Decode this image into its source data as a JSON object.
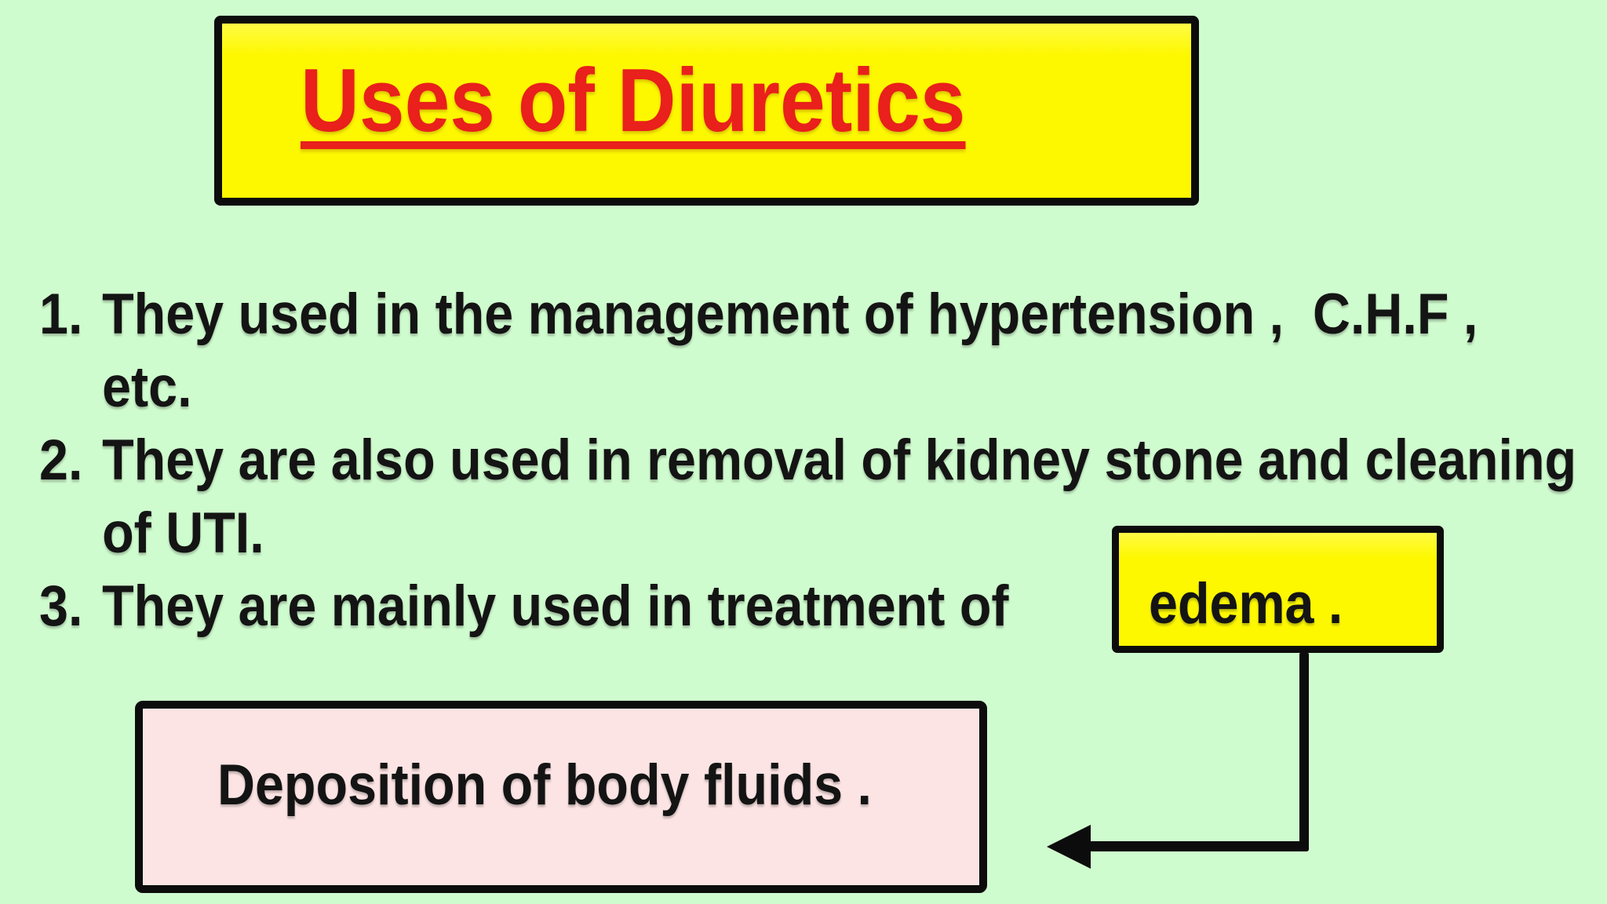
{
  "colors": {
    "background": "#cffcce",
    "box_yellow": "#fdf800",
    "box_pink": "#fde4e4",
    "title_red": "#e9201b",
    "line_black": "#0c0c0c",
    "text_black": "#141414"
  },
  "slide": {
    "title": "Uses of Diuretics",
    "list": {
      "items": [
        {
          "number": "1.",
          "lines": [
            "They used in the management of hypertension ,  C.H.F ,",
            "etc."
          ]
        },
        {
          "number": "2.",
          "lines": [
            "They are also used in removal of kidney stone and cleaning",
            "of UTI."
          ]
        },
        {
          "number": "3.",
          "lines": [
            "They are mainly used in treatment of"
          ]
        }
      ]
    },
    "edema_box_label": "edema .",
    "deposition_box_label": "Deposition of body fluids ."
  }
}
